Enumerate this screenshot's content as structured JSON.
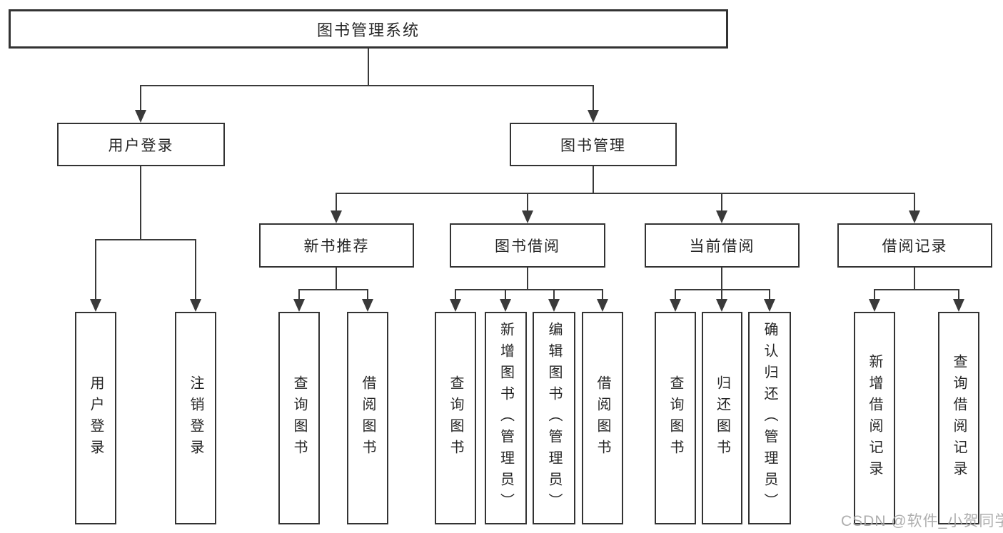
{
  "tree": {
    "root": "图书管理系统",
    "branches": [
      {
        "label": "用户登录",
        "children": [
          "用户登录",
          "注销登录"
        ]
      },
      {
        "label": "图书管理",
        "groups": [
          {
            "label": "新书推荐",
            "children": [
              "查询图书",
              "借阅图书"
            ]
          },
          {
            "label": "图书借阅",
            "children": [
              "查询图书",
              "新增图书（管理员）",
              "编辑图书（管理员）",
              "借阅图书"
            ]
          },
          {
            "label": "当前借阅",
            "children": [
              "查询图书",
              "归还图书",
              "确认归还（管理员）"
            ]
          },
          {
            "label": "借阅记录",
            "children": [
              "新增借阅记录",
              "查询借阅记录"
            ]
          }
        ]
      }
    ]
  },
  "watermark": "CSDN @软件_小贺同学",
  "colors": {
    "line": "#3a3a3a",
    "box_border": "#333333",
    "box_fill": "#ffffff",
    "text": "#262626",
    "watermark": "#a6a6a6"
  }
}
